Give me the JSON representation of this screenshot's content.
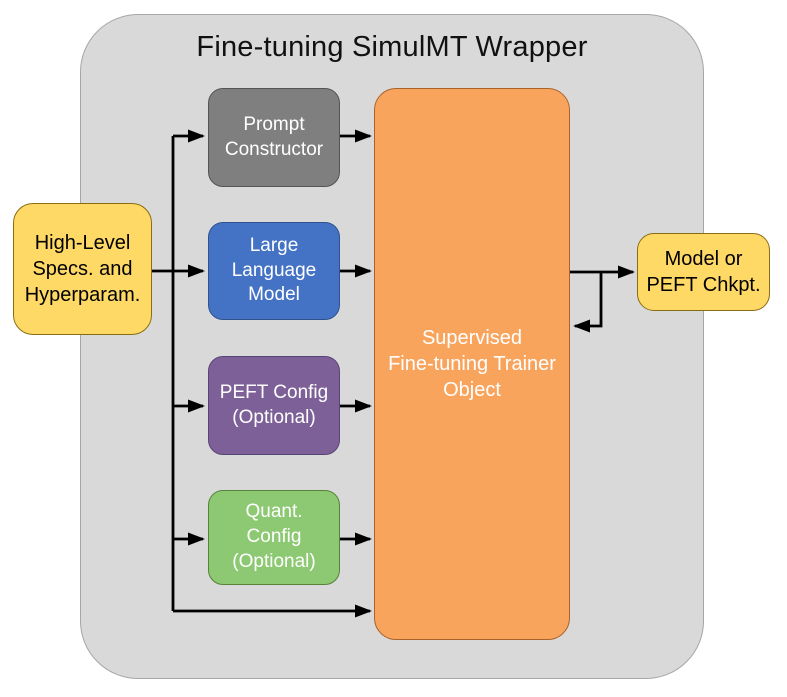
{
  "diagram": {
    "title": "Fine-tuning SimulMT Wrapper",
    "nodes": {
      "high_level_specs": {
        "label": "High-Level\nSpecs. and\nHyperparam.",
        "fill": "#FFD966",
        "text_color": "#000000"
      },
      "prompt_constructor": {
        "label": "Prompt\nConstructor",
        "fill": "#7F7F7F",
        "text_color": "#FFFFFF"
      },
      "large_language_model": {
        "label": "Large\nLanguage\nModel",
        "fill": "#4472C4",
        "text_color": "#FFFFFF"
      },
      "peft_config": {
        "label": "PEFT Config\n(Optional)",
        "fill": "#7D6098",
        "text_color": "#FFFFFF"
      },
      "quant_config": {
        "label": "Quant.\nConfig\n(Optional)",
        "fill": "#8DC973",
        "text_color": "#FFFFFF"
      },
      "sft_trainer": {
        "label": "Supervised\nFine-tuning Trainer\nObject",
        "fill": "#F9A45D",
        "text_color": "#FFFFFF"
      },
      "model_output": {
        "label": "Model or\nPEFT Chkpt.",
        "fill": "#FFD966",
        "text_color": "#000000"
      }
    },
    "edges": [
      {
        "from": "high-level-specs",
        "to": "prompt-constructor"
      },
      {
        "from": "high-level-specs",
        "to": "large-language-model"
      },
      {
        "from": "high-level-specs",
        "to": "peft-config"
      },
      {
        "from": "high-level-specs",
        "to": "quant-config"
      },
      {
        "from": "high-level-specs",
        "to": "sft-trainer"
      },
      {
        "from": "prompt-constructor",
        "to": "sft-trainer"
      },
      {
        "from": "large-language-model",
        "to": "sft-trainer"
      },
      {
        "from": "peft-config",
        "to": "sft-trainer"
      },
      {
        "from": "quant-config",
        "to": "sft-trainer"
      },
      {
        "from": "sft-trainer",
        "to": "model-or-peft-chkpt"
      },
      {
        "from": "sft-trainer",
        "to": "sft-trainer",
        "note": "feedback loop on output line"
      }
    ],
    "palette": {
      "wrapper_fill": "#D9D9D9",
      "wrapper_border": "#A6A6A6",
      "arrow_color": "#000000",
      "background": "#FFFFFF"
    }
  }
}
